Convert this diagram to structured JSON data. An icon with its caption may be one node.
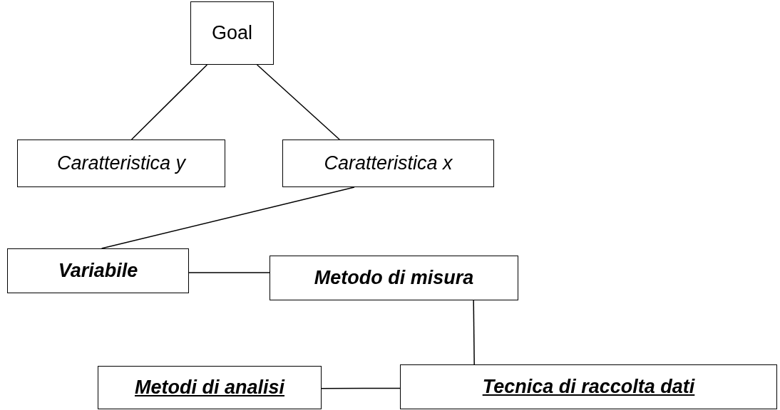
{
  "diagram": {
    "nodes": [
      {
        "text": [
          "Goal"
        ]
      },
      {
        "text": [
          "Caratteristica y"
        ]
      },
      {
        "text": [
          "Caratteristica x"
        ]
      },
      {
        "text": [
          "Variabile"
        ]
      },
      {
        "text": [
          "Metodo di misura"
        ]
      },
      {
        "text": [
          "Metodi di analisi"
        ]
      },
      {
        "text": [
          "Tecnica di raccolta dati"
        ]
      }
    ],
    "edges": [
      {
        "from": 0,
        "to": 1,
        "arrow": "none"
      },
      {
        "from": 0,
        "to": 2,
        "arrow": "none"
      },
      {
        "from": 2,
        "to": 3,
        "arrow": "none"
      },
      {
        "from": 3,
        "to": 4,
        "arrow": "none"
      },
      {
        "from": 4,
        "to": 6,
        "arrow": "none"
      },
      {
        "from": 5,
        "to": 6,
        "arrow": "none"
      }
    ]
  }
}
